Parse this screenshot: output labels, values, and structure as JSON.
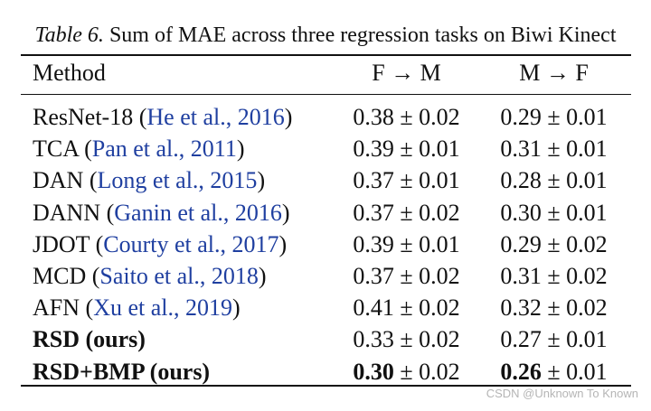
{
  "caption": {
    "label": "Table 6.",
    "text": "Sum of MAE across three regression tasks on Biwi Kinect"
  },
  "headers": {
    "method": "Method",
    "f_to_m": "F → M",
    "m_to_f": "M → F"
  },
  "rows": [
    {
      "method": "ResNet-18",
      "cite": "He et al., 2016",
      "f_to_m_mean": "0.38",
      "f_to_m_pm": "± 0.02",
      "m_to_f_mean": "0.29",
      "m_to_f_pm": "± 0.01"
    },
    {
      "method": "TCA",
      "cite": "Pan et al., 2011",
      "f_to_m_mean": "0.39",
      "f_to_m_pm": "± 0.01",
      "m_to_f_mean": "0.31",
      "m_to_f_pm": "± 0.01"
    },
    {
      "method": "DAN",
      "cite": "Long et al., 2015",
      "f_to_m_mean": "0.37",
      "f_to_m_pm": "± 0.01",
      "m_to_f_mean": "0.28",
      "m_to_f_pm": "± 0.01"
    },
    {
      "method": "DANN",
      "cite": "Ganin et al., 2016",
      "f_to_m_mean": "0.37",
      "f_to_m_pm": "± 0.02",
      "m_to_f_mean": "0.30",
      "m_to_f_pm": "± 0.01"
    },
    {
      "method": "JDOT",
      "cite": "Courty et al., 2017",
      "f_to_m_mean": "0.39",
      "f_to_m_pm": "± 0.01",
      "m_to_f_mean": "0.29",
      "m_to_f_pm": "± 0.02"
    },
    {
      "method": "MCD",
      "cite": "Saito et al., 2018",
      "f_to_m_mean": "0.37",
      "f_to_m_pm": "± 0.02",
      "m_to_f_mean": "0.31",
      "m_to_f_pm": "± 0.02"
    },
    {
      "method": "AFN",
      "cite": "Xu et al., 2019",
      "f_to_m_mean": "0.41",
      "f_to_m_pm": "± 0.02",
      "m_to_f_mean": "0.32",
      "m_to_f_pm": "± 0.02"
    },
    {
      "method": "RSD (ours)",
      "cite": "",
      "method_bold": true,
      "f_to_m_mean": "0.33",
      "f_to_m_pm": "± 0.02",
      "m_to_f_mean": "0.27",
      "m_to_f_pm": "± 0.01"
    },
    {
      "method": "RSD+BMP (ours)",
      "cite": "",
      "method_bold": true,
      "f_to_m_mean": "0.30",
      "f_to_m_pm": "± 0.02",
      "m_to_f_mean": "0.26",
      "m_to_f_pm": "± 0.01",
      "f_to_m_mean_bold": true,
      "m_to_f_mean_bold": true
    }
  ],
  "colors": {
    "citation": "#1f3fa0",
    "text": "#111111",
    "watermark": "#b5b5b5"
  },
  "watermark": "CSDN @Unknown To Known"
}
